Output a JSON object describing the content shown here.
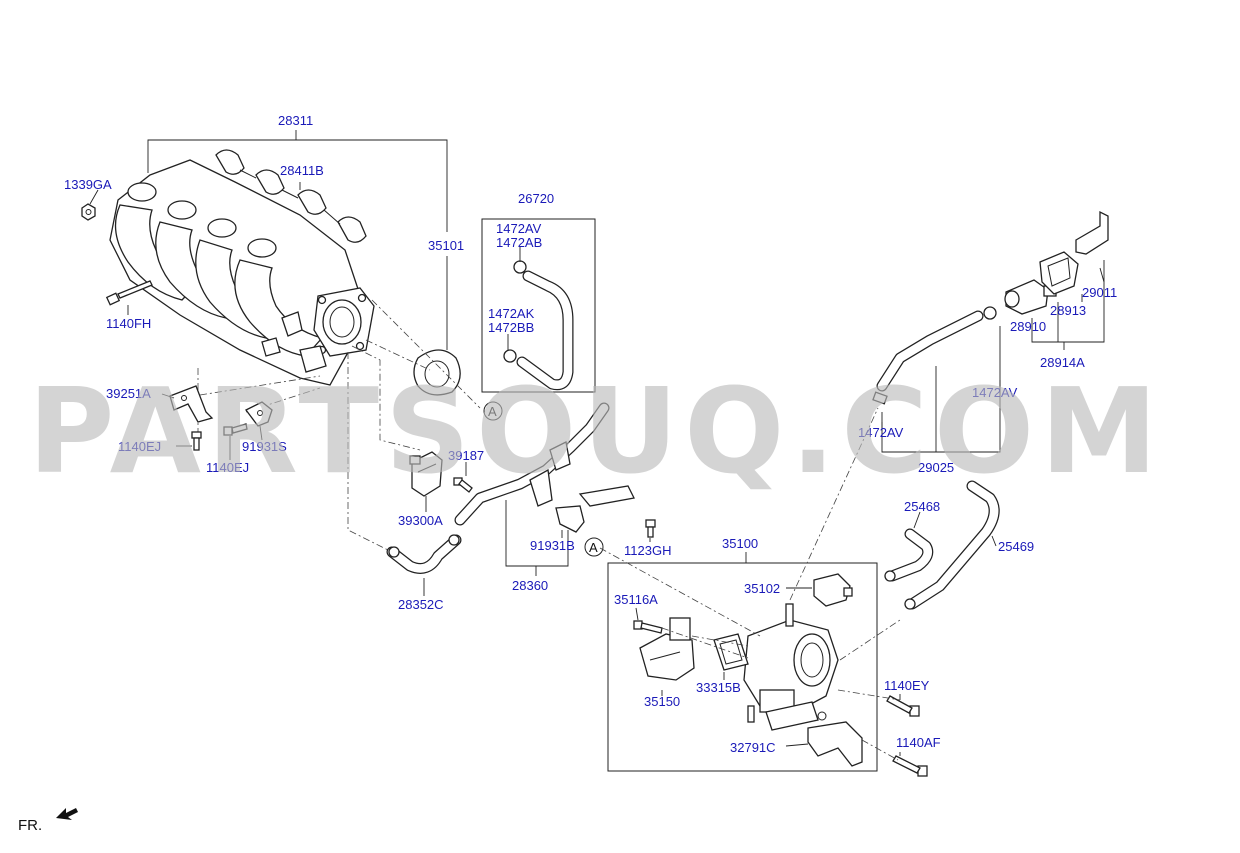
{
  "watermark": "PARTSOUQ.COM",
  "front_label": "FR.",
  "callout_letter": "A",
  "labels": {
    "p28311": "28311",
    "p28411B": "28411B",
    "p1339GA": "1339GA",
    "p1140FH": "1140FH",
    "p35101": "35101",
    "p26720": "26720",
    "p1472AV_a": "1472AV",
    "p1472AB": "1472AB",
    "p1472AK": "1472AK",
    "p1472BB": "1472BB",
    "p39251A": "39251A",
    "p1140EJ_a": "1140EJ",
    "p1140EJ_b": "1140EJ",
    "p91931S": "91931S",
    "p39187": "39187",
    "p39300A": "39300A",
    "p28352C": "28352C",
    "p28360": "28360",
    "p91931B": "91931B",
    "p1123GH": "1123GH",
    "p35100": "35100",
    "p35102": "35102",
    "p35116A": "35116A",
    "p35150": "35150",
    "p33315B": "33315B",
    "p32791C": "32791C",
    "p1140EY": "1140EY",
    "p1140AF": "1140AF",
    "p25468": "25468",
    "p25469": "25469",
    "p29025": "29025",
    "p1472AV_b": "1472AV",
    "p1472AV_c": "1472AV",
    "p28910": "28910",
    "p28913": "28913",
    "p29011": "29011",
    "p28914A": "28914A"
  },
  "colors": {
    "label_text": "#1a1ab8",
    "line_art": "#222222",
    "watermark": "#b9b9b9"
  }
}
